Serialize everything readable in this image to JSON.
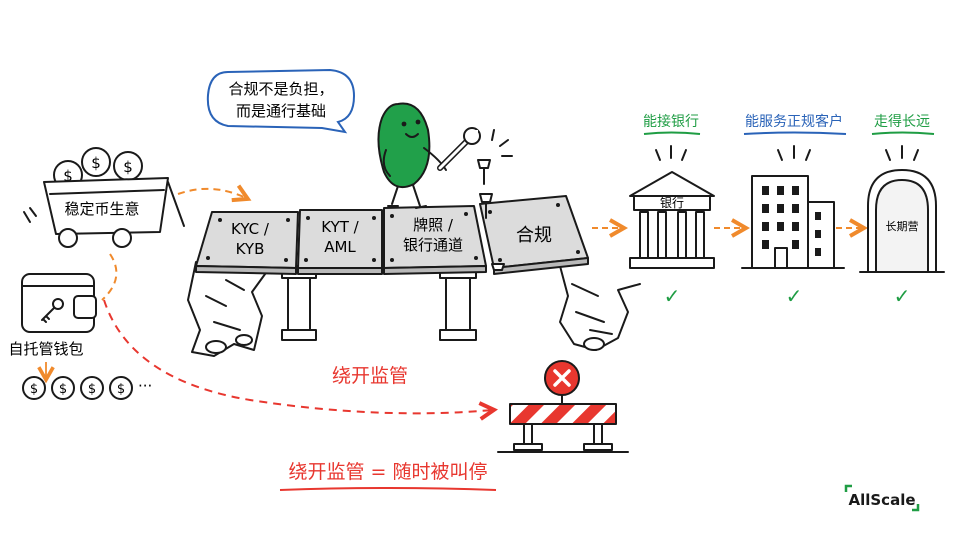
{
  "speech_bubble": {
    "line1": "合规不是负担，",
    "line2": "而是通行基础"
  },
  "cart_label": "稳定币生意",
  "wallet_label": "自托管钱包",
  "coins_ellipsis": "···",
  "bridge_planks": [
    {
      "line1": "KYC /",
      "line2": "KYB"
    },
    {
      "line1": "KYT /",
      "line2": "AML"
    },
    {
      "line1": "牌照 /",
      "line2": "银行通道"
    }
  ],
  "compliance_plank": "合规",
  "destinations": [
    {
      "heading": "能接银行",
      "building_label": "银行",
      "check": "✓"
    },
    {
      "heading": "能服务正规客户",
      "building_label": "",
      "check": "✓"
    },
    {
      "heading": "走得长远",
      "building_label": "长期营",
      "check": "✓"
    }
  ],
  "bypass_label": "绕开监管",
  "bottom_note": "绕开监管 = 随时被叫停",
  "brand": "AllScale",
  "colors": {
    "orange": "#f08a2c",
    "red": "#e8372f",
    "green": "#1f9d44",
    "blue": "#2a63b8",
    "mascot": "#21a04a"
  }
}
